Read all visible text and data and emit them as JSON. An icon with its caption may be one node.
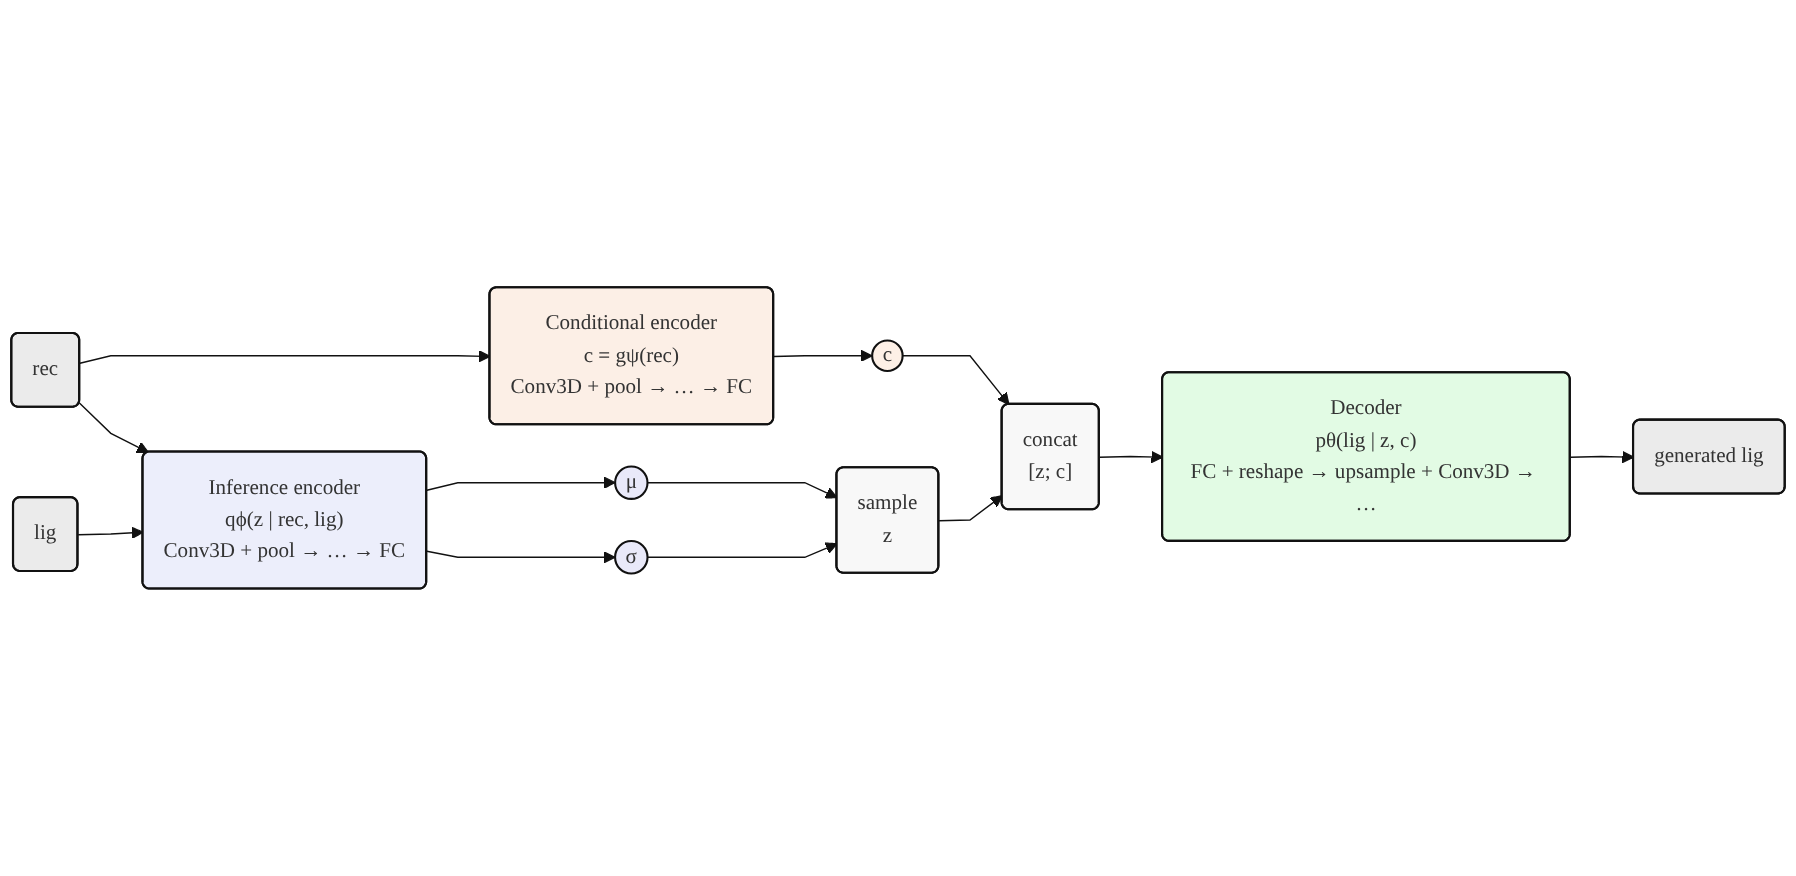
{
  "diagram": {
    "nodes": [
      {
        "text": [
          "rec"
        ]
      },
      {
        "text": [
          "lig"
        ]
      },
      {
        "text": [
          "Conditional encoder",
          "c = gψ(rec)",
          "Conv3D + pool → … → FC"
        ]
      },
      {
        "text": [
          "Inference encoder",
          "qϕ(z | rec, lig)",
          "Conv3D + pool → … → FC"
        ]
      },
      {
        "text": [
          "c"
        ]
      },
      {
        "text": [
          "μ"
        ]
      },
      {
        "text": [
          "σ"
        ]
      },
      {
        "text": [
          "concat",
          "[z; c]"
        ]
      },
      {
        "text": [
          "sample",
          "z"
        ]
      },
      {
        "text": [
          "Decoder",
          "pθ(lig | z, c)",
          "FC + reshape → upsample + Conv3D → …"
        ]
      },
      {
        "text": [
          "generated lig"
        ]
      }
    ],
    "edges": [
      {
        "from": 0,
        "to": 2,
        "arrow": "to"
      },
      {
        "from": 0,
        "to": 3,
        "arrow": "to"
      },
      {
        "from": 1,
        "to": 3,
        "arrow": "to"
      },
      {
        "from": 2,
        "to": 4,
        "arrow": "to"
      },
      {
        "from": 4,
        "to": 7,
        "arrow": "to"
      },
      {
        "from": 3,
        "to": 5,
        "arrow": "to"
      },
      {
        "from": 3,
        "to": 6,
        "arrow": "to"
      },
      {
        "from": 5,
        "to": 8,
        "arrow": "to"
      },
      {
        "from": 6,
        "to": 8,
        "arrow": "to"
      },
      {
        "from": 8,
        "to": 7,
        "arrow": "to"
      },
      {
        "from": 7,
        "to": 9,
        "arrow": "to"
      },
      {
        "from": 9,
        "to": 10,
        "arrow": "to"
      }
    ]
  }
}
